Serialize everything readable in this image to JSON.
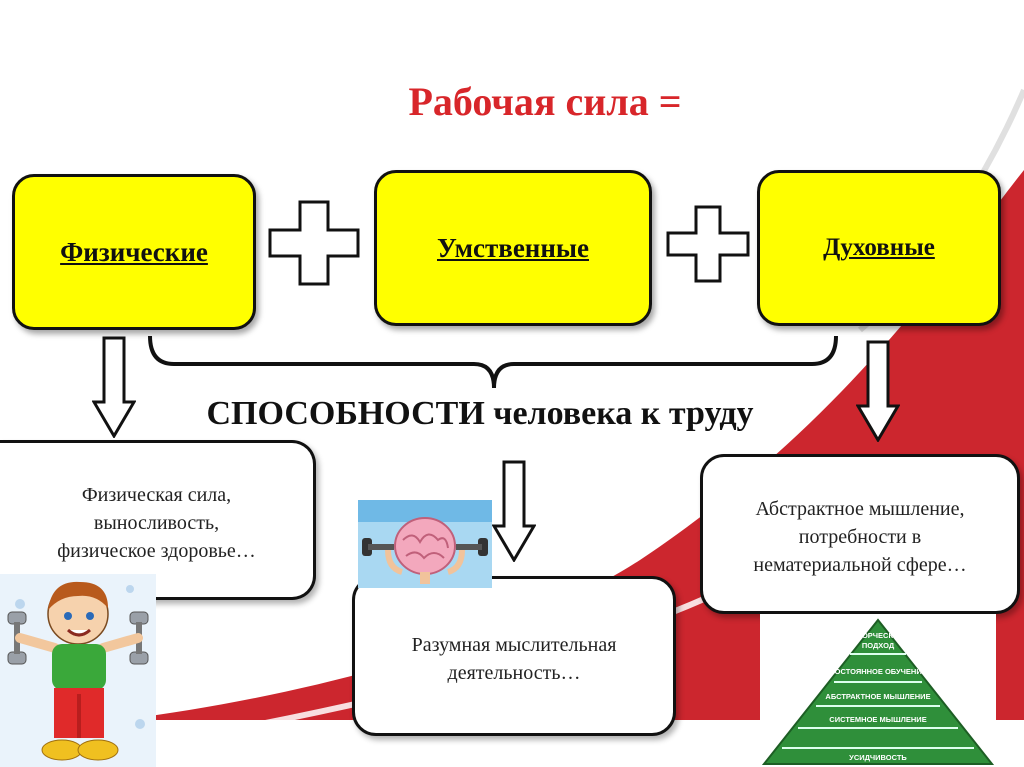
{
  "title": "Рабочая сила  =",
  "boxes": {
    "physical": "Физические",
    "mental": "Умственные",
    "spiritual": "Духовные"
  },
  "subtitle": "СПОСОБНОСТИ человека к труду",
  "details": {
    "physical": [
      "Физическая сила,",
      "выносливость,",
      "физическое здоровье…"
    ],
    "mental": [
      "Разумная мыслительная",
      "деятельность…"
    ],
    "spiritual": [
      "Абстрактное мышление,",
      "потребности в",
      "нематериальной сфере…"
    ]
  },
  "pyramid": [
    "ТВОРЧЕСКИЙ ПОДХОД",
    "ПОСТОЯННОЕ ОБУЧЕНИЕ",
    "АБСТРАКТНОЕ МЫШЛЕНИЕ",
    "СИСТЕМНОЕ МЫШЛЕНИЕ",
    "УСИДЧИВОСТЬ"
  ],
  "colors": {
    "title": "#d8262a",
    "box_fill": "#ffff00",
    "swoosh": "#c8131c"
  }
}
